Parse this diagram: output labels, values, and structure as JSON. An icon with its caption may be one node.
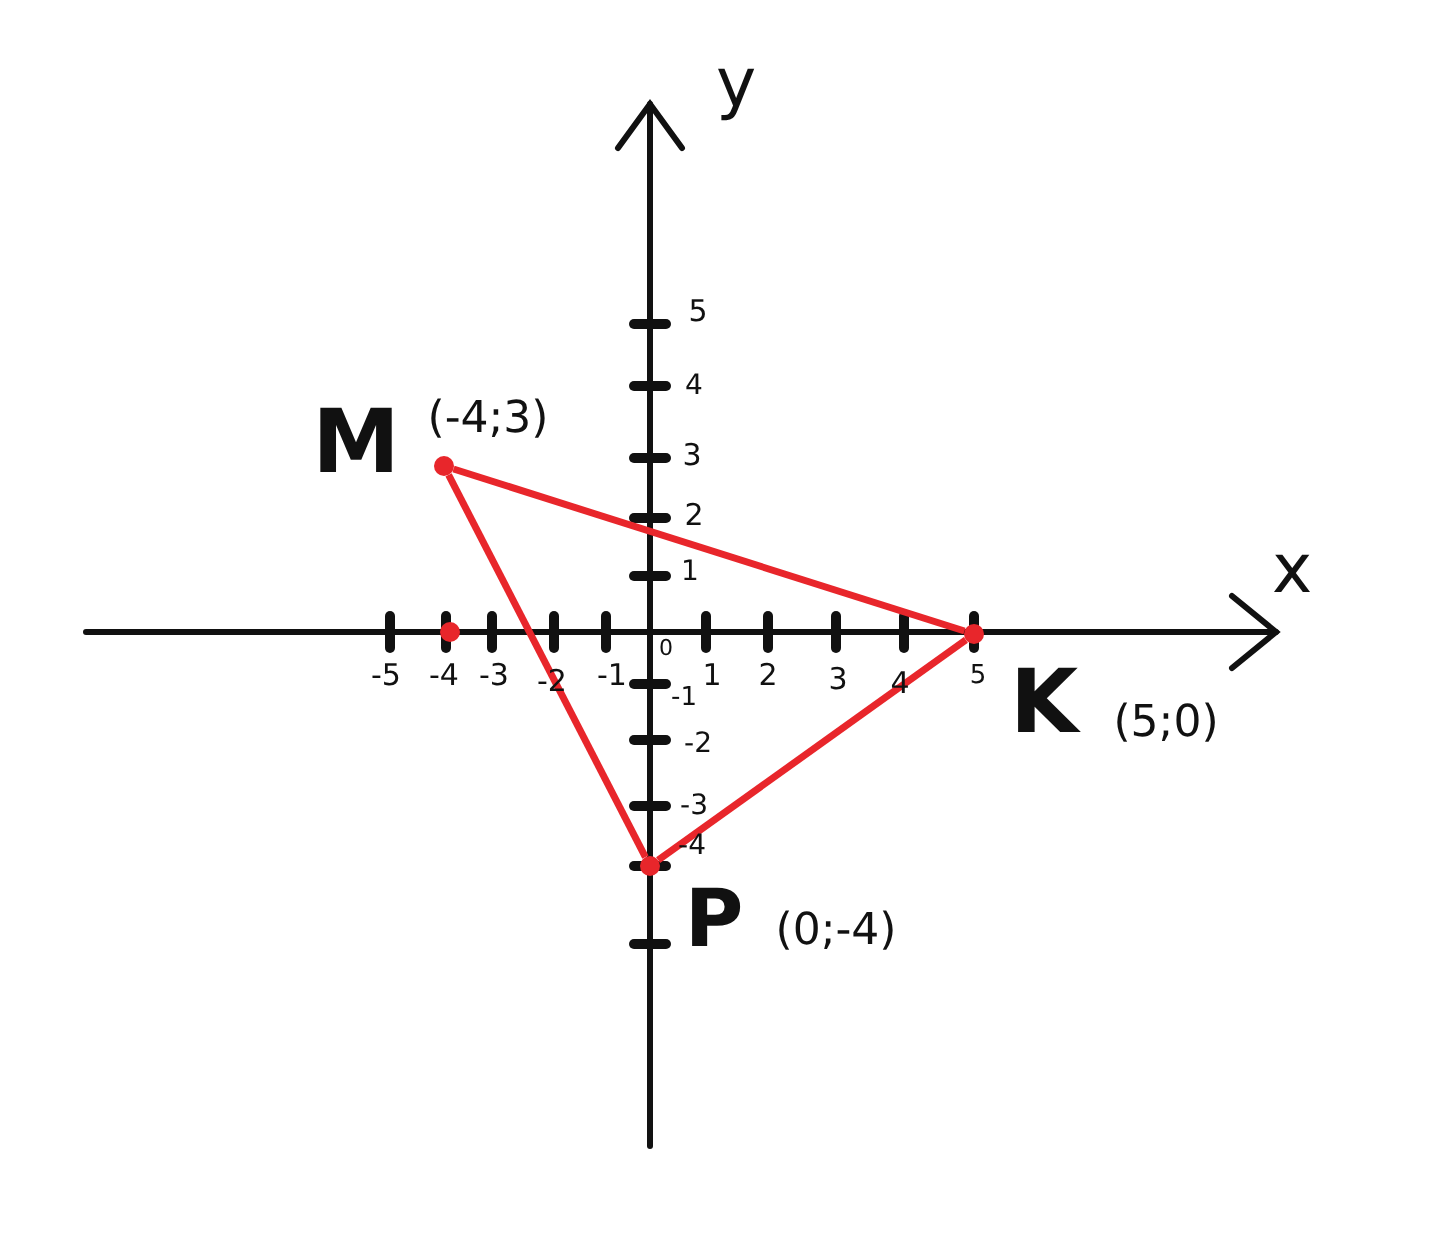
{
  "diagram": {
    "nodes": [
      {
        "text": [],
        "shape": "circle",
        "beside": [
          "M",
          "(-4;3)"
        ]
      },
      {
        "text": [],
        "shape": "circle",
        "beside": [
          "K",
          "(5;0)"
        ]
      },
      {
        "text": [],
        "shape": "circle",
        "beside": [
          "P",
          "(0;-4)"
        ]
      }
    ],
    "edges": [
      {
        "from": 0,
        "to": 1,
        "arrow": "none"
      },
      {
        "from": 1,
        "to": 2,
        "arrow": "none"
      },
      {
        "from": 2,
        "to": 0,
        "arrow": "none"
      }
    ],
    "labels": [
      "y",
      "5",
      "4",
      "3",
      "2",
      "1",
      "x",
      "-5",
      "-4",
      "-3",
      "-2",
      "-1",
      "0",
      "1",
      "2",
      "3",
      "4",
      "5",
      "-1",
      "-2",
      "-3",
      "-4"
    ]
  }
}
